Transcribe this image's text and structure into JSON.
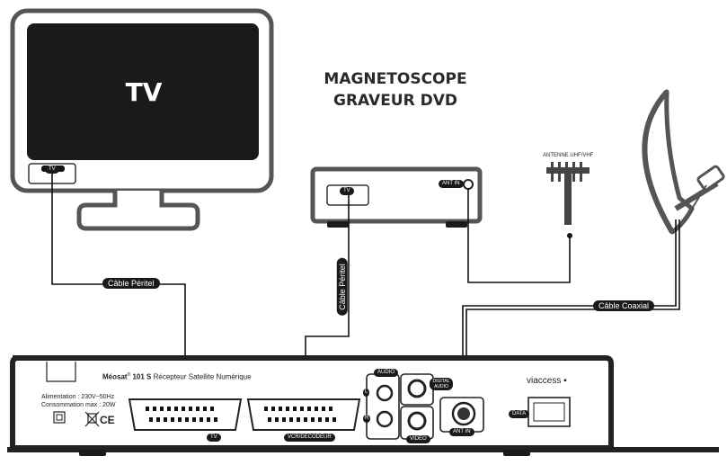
{
  "title": {
    "line1": "MAGNETOSCOPE",
    "line2": "GRAVEUR DVD"
  },
  "tv": {
    "screen_label": "TV",
    "port_label": "TV"
  },
  "vcr": {
    "port_label": "TV",
    "ant_in_label": "ANT IN"
  },
  "antenna": {
    "label": "ANTENNE UHF/VHF"
  },
  "cables": {
    "peritel_horizontal": "Câble Péritel",
    "peritel_vertical": "Câble Péritel",
    "coaxial": "Câble Coaxial"
  },
  "receiver": {
    "brand": "Méosat",
    "model": "101 S",
    "description": "Récepteur Satellite Numérique",
    "power_line1": "Alimentation : 230V~50Hz",
    "power_line2": "Consommation max : 20W",
    "ce_mark": "CE",
    "scart_tv_label": "TV",
    "scart_vcr_label": "VCR/DECODEUR",
    "audio_label": "AUDIO",
    "audio_l": "L",
    "audio_r": "R",
    "digital_audio_label": "DIGITAL AUDIO",
    "video_label": "VIDEO",
    "ant_in_label": "ANT IN",
    "viaccess_label": "viaccess",
    "data_label": "DATA"
  }
}
